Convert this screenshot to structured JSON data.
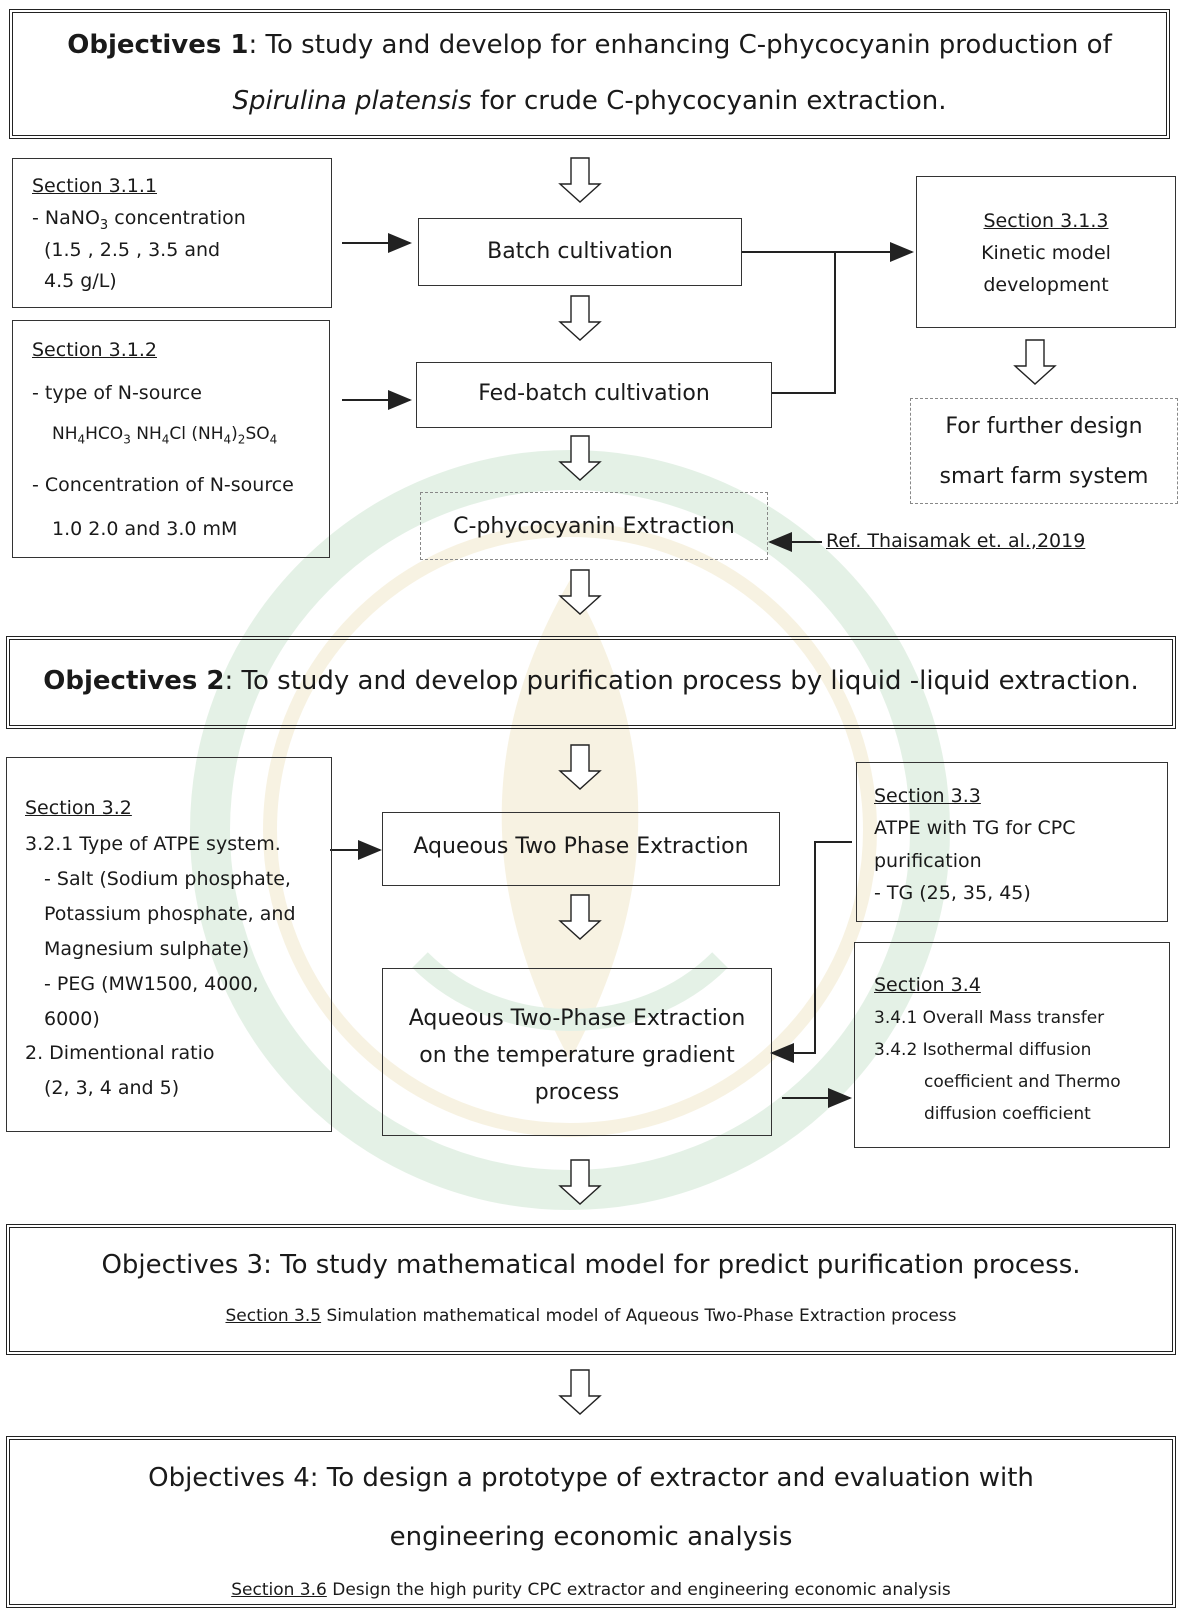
{
  "obj1": {
    "label": "Objectives 1",
    "line1_rest": ": To study and develop for enhancing C-phycocyanin production of",
    "line2_italic": "Spirulina platensis",
    "line2_rest": " for crude C-phycocyanin extraction."
  },
  "s311": {
    "title": "Section 3.1.1",
    "l1a": "- NaNO",
    "l1sub": "3",
    "l1b": " concentration",
    "l2": "(1.5 , 2.5 , 3.5 and",
    "l3": "4.5 g/L)"
  },
  "s312": {
    "title": "Section 3.1.2",
    "l1": "- type of N-source",
    "n1": "NH",
    "n1s": "4",
    "n1b": "HCO",
    "n1s2": "3",
    "n2": " NH",
    "n2s": "4",
    "n2b": "Cl (NH",
    "n2s2": "4",
    "n2c": ")",
    "n2s3": "2",
    "n2d": "SO",
    "n2s4": "4",
    "l3": "- Concentration of N-source",
    "l4": "1.0 2.0 and 3.0 mM"
  },
  "batch": "Batch cultivation",
  "fedbatch": "Fed-batch cultivation",
  "extraction": "C-phycocyanin Extraction",
  "ref": "Ref. Thaisamak et. al.,2019",
  "s313": {
    "title": "Section 3.1.3",
    "l1": "Kinetic model",
    "l2": "development"
  },
  "further": {
    "l1": "For further design",
    "l2": "smart farm system"
  },
  "obj2": {
    "label": "Objectives 2",
    "rest": ": To study and develop purification process by liquid -liquid extraction."
  },
  "s32": {
    "title": "Section 3.2",
    "lines": [
      "3.2.1 Type of ATPE system.",
      "- Salt (Sodium phosphate,",
      "Potassium phosphate, and",
      "Magnesium sulphate)",
      "- PEG (MW1500, 4000,",
      "6000)",
      "2. Dimentional ratio",
      "(2, 3, 4 and 5)"
    ]
  },
  "atpe": "Aqueous Two Phase Extraction",
  "atpe_tg": {
    "l1": "Aqueous Two-Phase Extraction",
    "l2": "on the temperature gradient",
    "l3": "process"
  },
  "s33": {
    "title": "Section 3.3",
    "l1": "ATPE with TG for CPC",
    "l2": "purification",
    "l3": "- TG (25, 35, 45)"
  },
  "s34": {
    "title": "Section 3.4",
    "l1": "3.4.1 Overall Mass transfer",
    "l2": "3.4.2 Isothermal diffusion",
    "l3": "coefficient and Thermo",
    "l4": "diffusion coefficient"
  },
  "obj3": {
    "title": "Objectives 3: To study mathematical model for predict purification process.",
    "sec": "Section 3.5",
    "sec_rest": "  Simulation mathematical model of Aqueous Two-Phase Extraction process"
  },
  "obj4": {
    "l1": "Objectives 4: To design a prototype of extractor and evaluation with",
    "l2": "engineering economic analysis",
    "sec": "Section 3.6",
    "sec_rest": " Design the high purity CPC extractor and engineering economic analysis"
  },
  "colors": {
    "line": "#222222",
    "watermark": "#c9a227",
    "watermark2": "#3a9a4a"
  }
}
